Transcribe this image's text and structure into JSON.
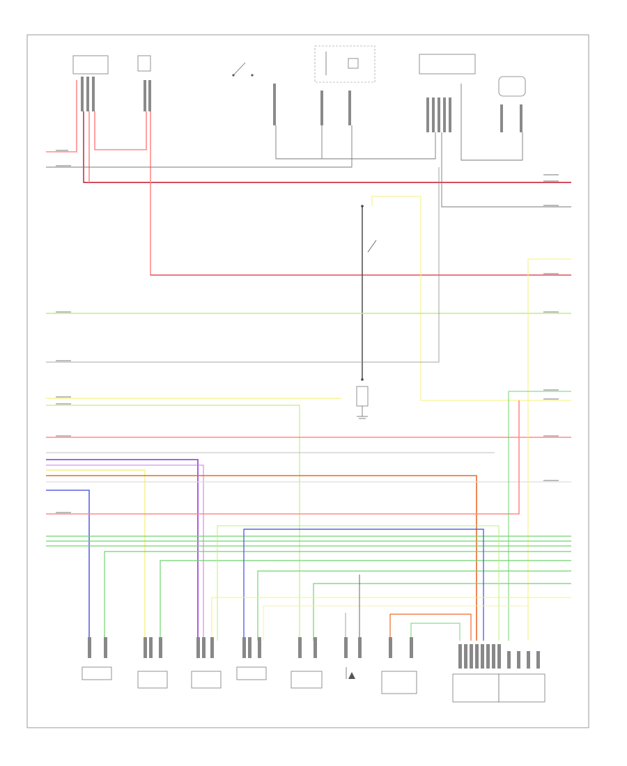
{
  "diagram": {
    "footer_code": "",
    "colors": {
      "red": "#ff8a8a",
      "dark_red": "#c0142a",
      "pink": "#ff9aa8",
      "green_light": "#b9f279",
      "green": "#6ed46e",
      "yellow": "#f4f27a",
      "yellow_light": "#f7f0a6",
      "gray": "#666666",
      "dark_gray": "#333333",
      "blue": "#5a63e6",
      "violet": "#a44be0",
      "orange": "#ea6a2a",
      "white_wire": "#e6e6e6"
    },
    "top_components": [
      {
        "id": "c1",
        "label": ""
      },
      {
        "id": "c2",
        "label": ""
      },
      {
        "id": "c3",
        "label": ""
      },
      {
        "id": "c4",
        "label": ""
      },
      {
        "id": "c5",
        "label": ""
      },
      {
        "id": "c6",
        "label": ""
      },
      {
        "id": "c7",
        "label": ""
      },
      {
        "id": "c8",
        "label": ""
      }
    ],
    "bottom_components": [
      {
        "id": "b1",
        "label": ""
      },
      {
        "id": "b2",
        "label": ""
      },
      {
        "id": "b3",
        "label": ""
      },
      {
        "id": "b4",
        "label": ""
      },
      {
        "id": "b5",
        "label": ""
      },
      {
        "id": "b6",
        "label": ""
      },
      {
        "id": "b7",
        "label": ""
      },
      {
        "id": "b8",
        "label": ""
      }
    ]
  }
}
